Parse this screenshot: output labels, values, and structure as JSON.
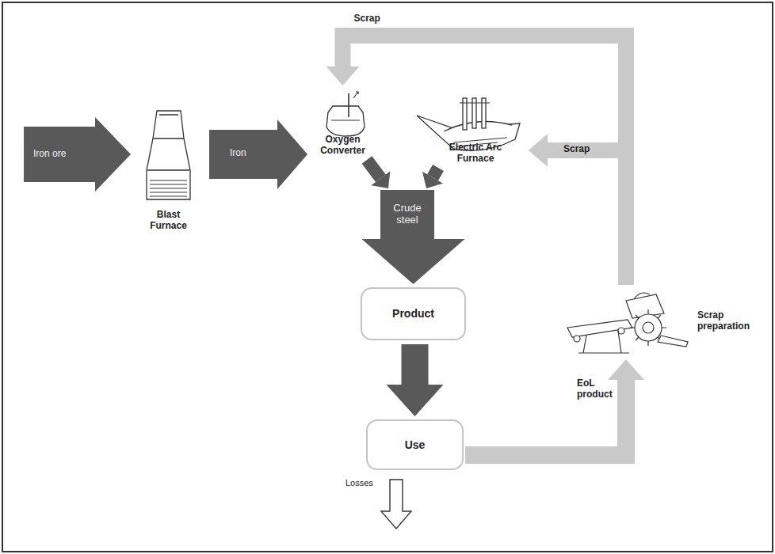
{
  "diagram": {
    "nodes": [
      {
        "text": [
          "Blast Furnace"
        ]
      },
      {
        "text": [
          "Oxygen Converter"
        ]
      },
      {
        "text": [
          "Electric Arc Furnace"
        ]
      },
      {
        "text": [
          "Crude steel"
        ]
      },
      {
        "text": [
          "Product"
        ]
      },
      {
        "text": [
          "Use"
        ]
      },
      {
        "text": [
          "Scrap preparation"
        ]
      }
    ],
    "edges": [
      {
        "from": 0,
        "to": 1,
        "label": "Iron",
        "arrow": "to"
      },
      {
        "from": 1,
        "to": 3,
        "arrow": "to"
      },
      {
        "from": 2,
        "to": 3,
        "arrow": "to"
      },
      {
        "from": 3,
        "to": 4,
        "arrow": "to"
      },
      {
        "from": 4,
        "to": 5,
        "arrow": "to"
      },
      {
        "from": 5,
        "to": 6,
        "label": "EoL product",
        "arrow": "to"
      },
      {
        "from": 6,
        "to": 1,
        "label": "Scrap",
        "arrow": "to"
      },
      {
        "from": 6,
        "to": 2,
        "label": "Scrap",
        "arrow": "to"
      }
    ],
    "labels": [
      "Iron ore",
      "Losses"
    ]
  }
}
